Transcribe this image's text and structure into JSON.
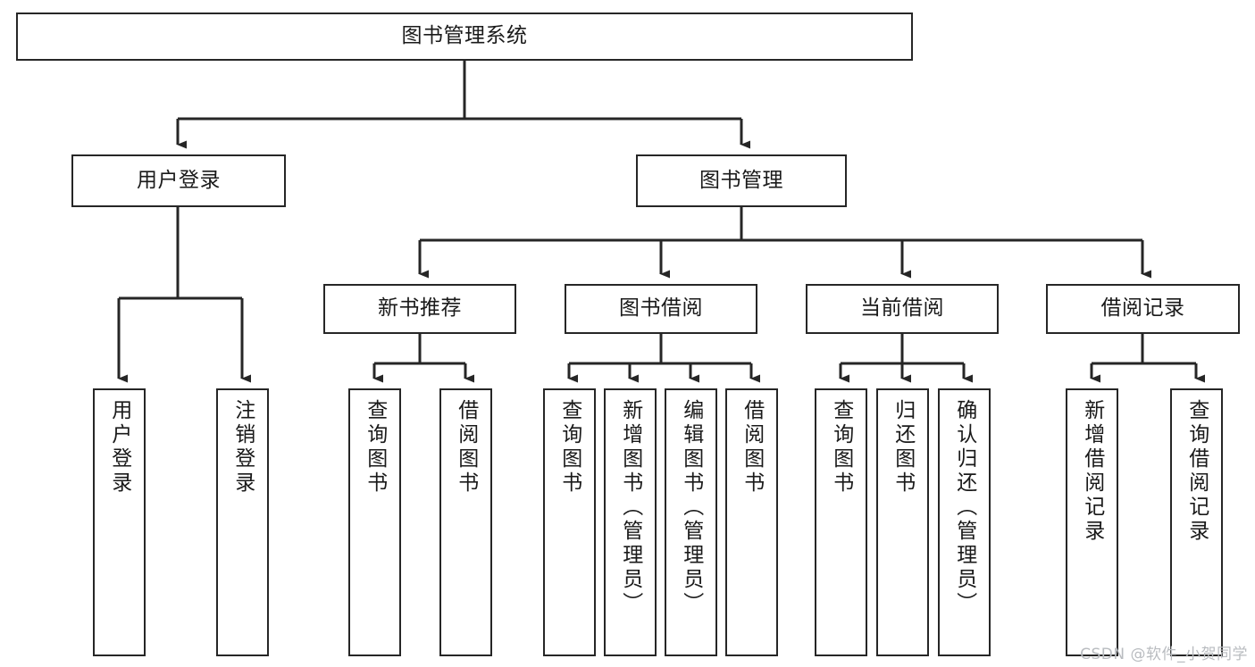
{
  "diagram": {
    "title": "图书管理系统",
    "type": "hierarchy-tree",
    "background_color": "#ffffff",
    "line_color": "#262626",
    "box_border_color": "#262626",
    "box_fill_color": "#ffffff",
    "text_color": "#1a1a1a"
  },
  "nodes": {
    "root": {
      "label": "图书管理系统"
    },
    "level2": [
      {
        "label": "用户登录"
      },
      {
        "label": "图书管理"
      }
    ],
    "level3": [
      {
        "label": "新书推荐"
      },
      {
        "label": "图书借阅"
      },
      {
        "label": "当前借阅"
      },
      {
        "label": "借阅记录"
      }
    ],
    "leaves": {
      "user_login": [
        {
          "label": "用户登录"
        },
        {
          "label": "注销登录"
        }
      ],
      "new_book_recommend": [
        {
          "label": "查询图书"
        },
        {
          "label": "借阅图书"
        }
      ],
      "book_borrow": [
        {
          "label": "查询图书"
        },
        {
          "label": "新增图书（管理员）"
        },
        {
          "label": "编辑图书（管理员）"
        },
        {
          "label": "借阅图书"
        }
      ],
      "current_borrow": [
        {
          "label": "查询图书"
        },
        {
          "label": "归还图书"
        },
        {
          "label": "确认归还（管理员）"
        }
      ],
      "borrow_record": [
        {
          "label": "新增借阅记录"
        },
        {
          "label": "查询借阅记录"
        }
      ]
    }
  },
  "watermark": {
    "text": "CSDN @软件_小贺同学"
  }
}
